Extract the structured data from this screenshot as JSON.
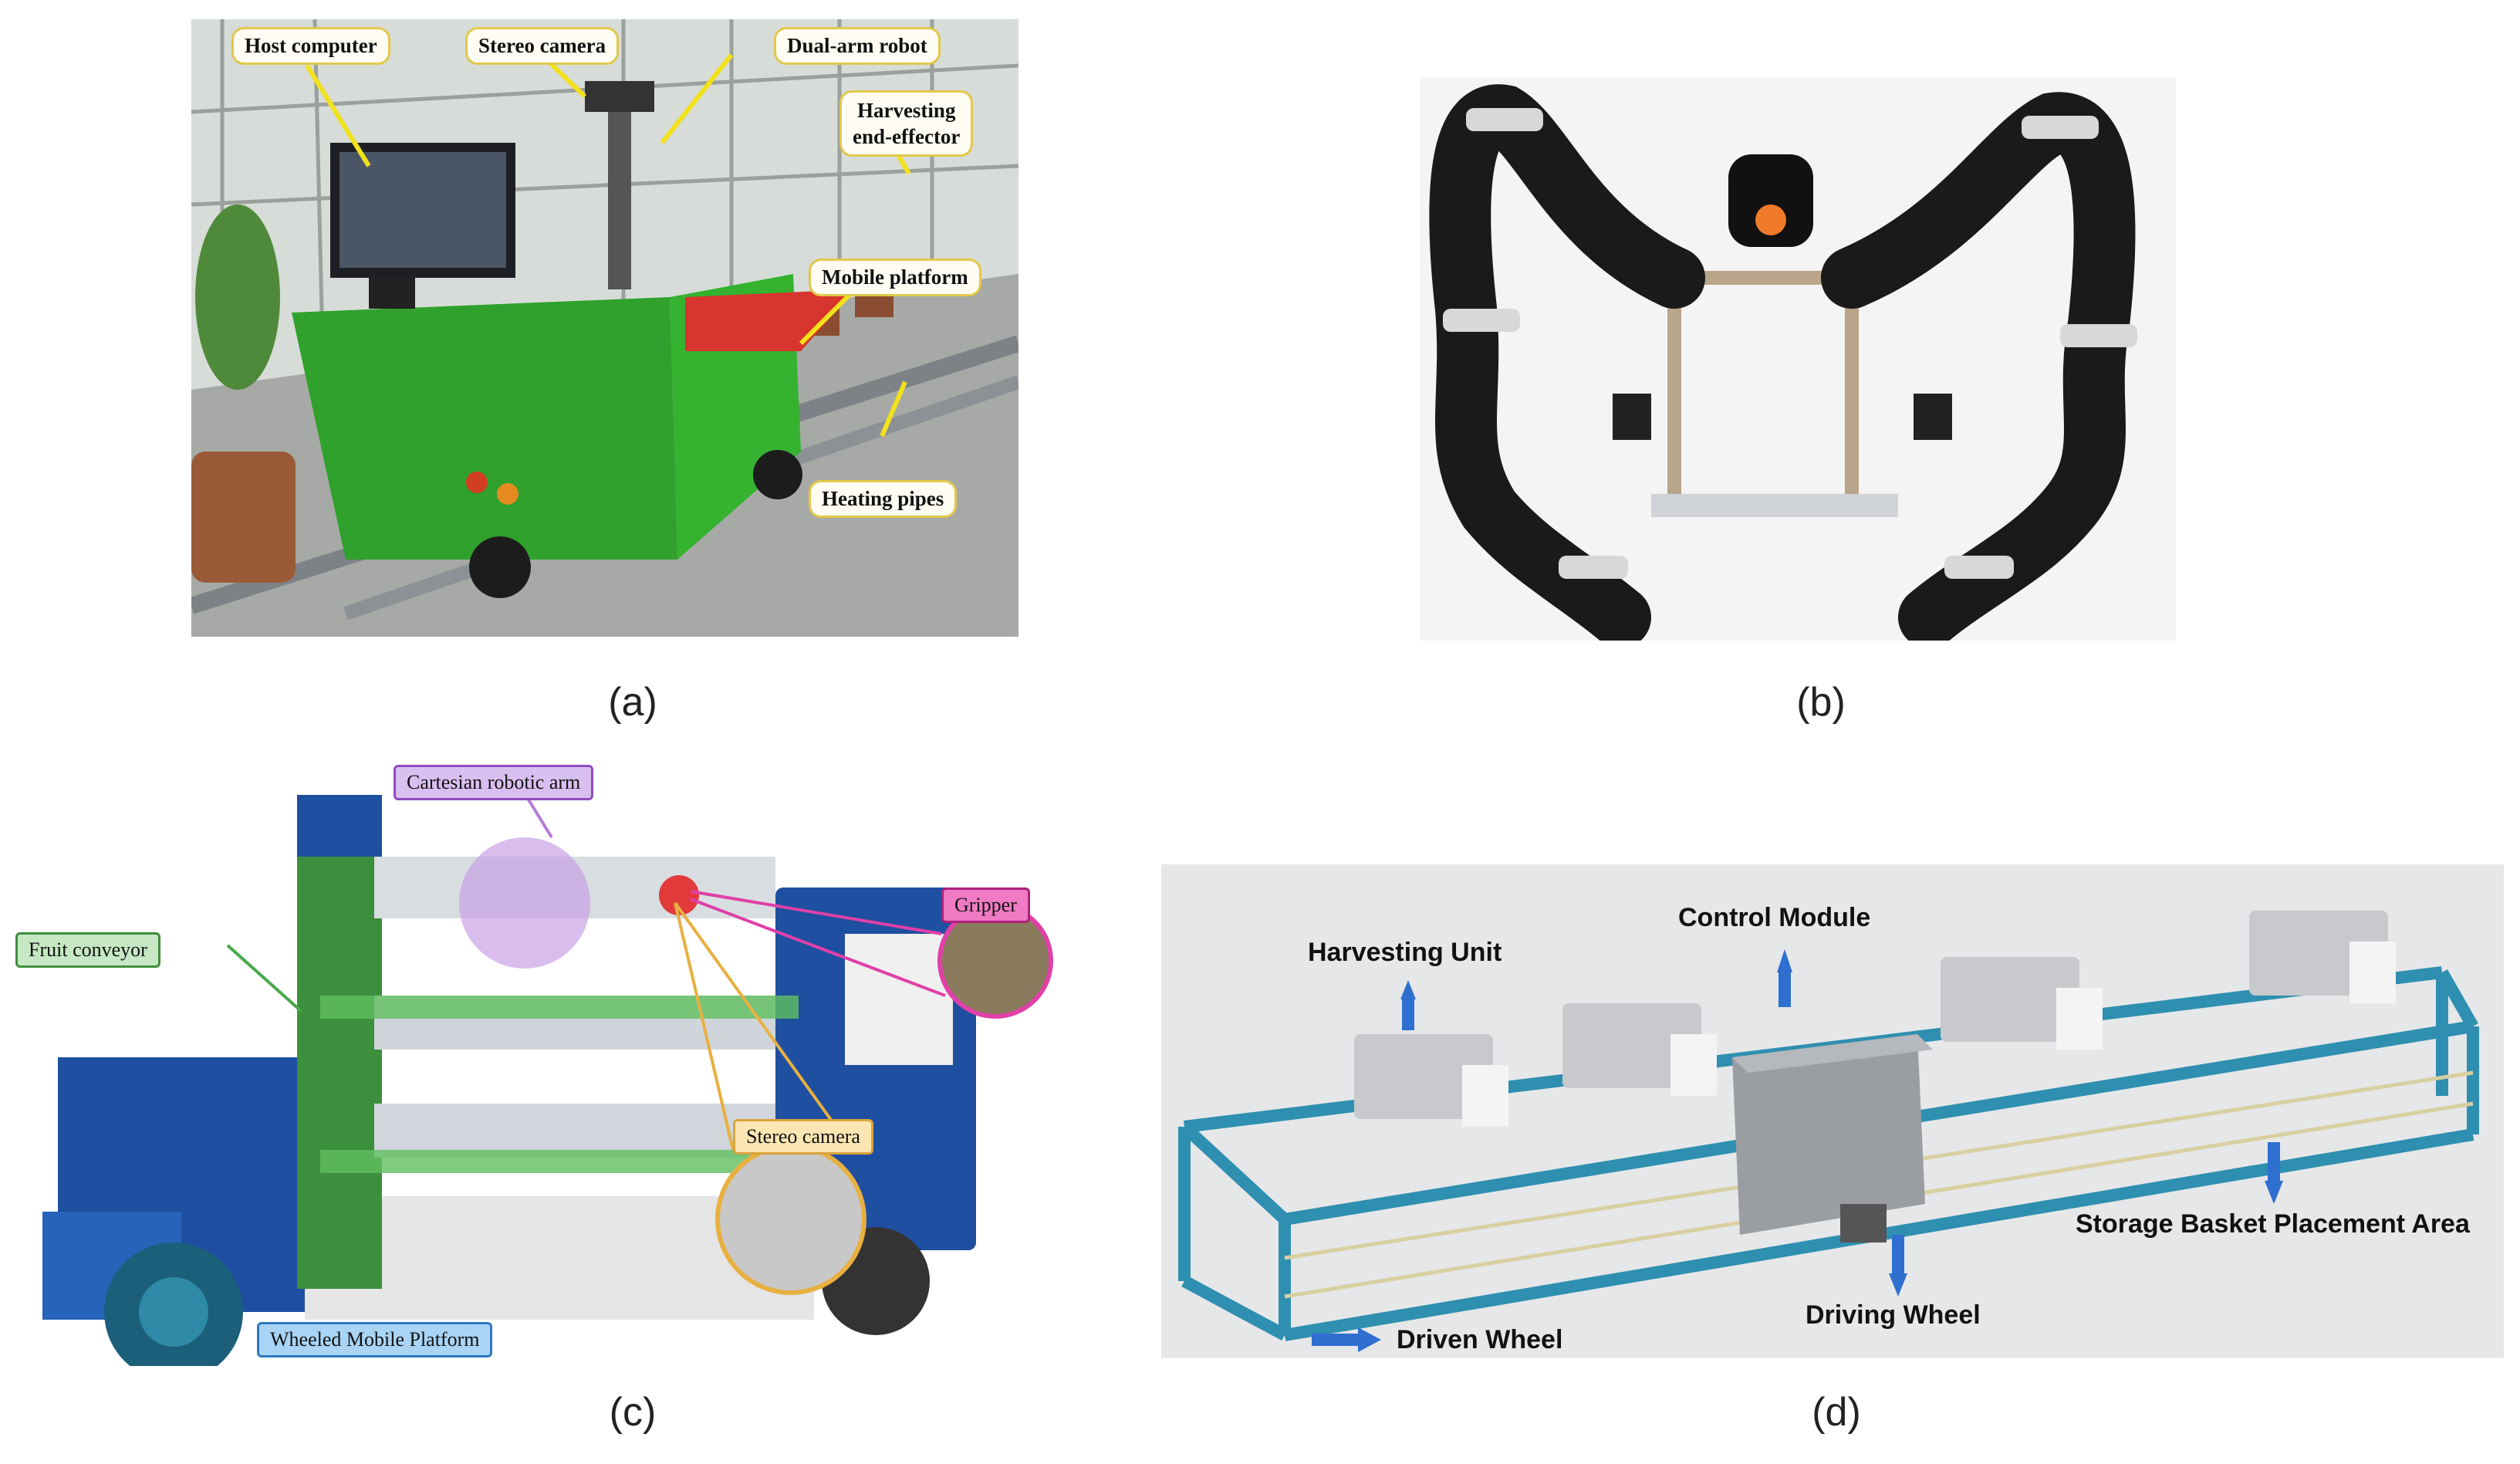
{
  "captions": {
    "a": "(a)",
    "b": "(b)",
    "c": "(c)",
    "d": "(d)"
  },
  "panel_a": {
    "labels": {
      "host_computer": "Host computer",
      "stereo_camera": "Stereo camera",
      "dual_arm_robot": "Dual-arm robot",
      "harvesting_end_effector_1": "Harvesting",
      "harvesting_end_effector_2": "end-effector",
      "mobile_platform": "Mobile platform",
      "heating_pipes": "Heating pipes"
    },
    "colors": {
      "platform": "#2fa12c",
      "rail": "#8b8f93",
      "arrow": "#f2e21a"
    }
  },
  "panel_c": {
    "labels": {
      "cartesian_robotic_arm": "Cartesian robotic arm",
      "gripper": "Gripper",
      "fruit_conveyor": "Fruit conveyor",
      "stereo_camera": "Stereo camera",
      "wheeled_mobile_platform": "Wheeled Mobile Platform"
    },
    "colors": {
      "cartesian": "#b57bd8",
      "gripper": "#e040a8",
      "conveyor": "#4aa84a",
      "camera": "#e8b040",
      "platform": "#3a8ad6",
      "truck": "#1f4fa0"
    }
  },
  "panel_d": {
    "labels": {
      "harvesting_unit": "Harvesting Unit",
      "control_module": "Control Module",
      "storage_basket": "Storage Basket Placement Area",
      "driving_wheel": "Driving Wheel",
      "driven_wheel": "Driven Wheel"
    },
    "colors": {
      "frame": "#2f8fb0",
      "arrow": "#2e6fd0",
      "bg": "#e6e7e9"
    }
  }
}
